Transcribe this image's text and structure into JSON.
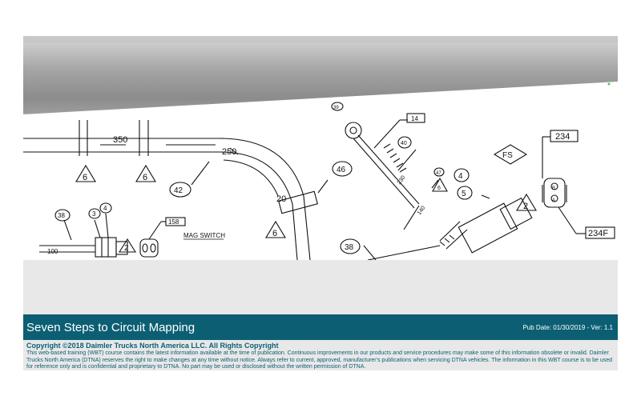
{
  "course": {
    "title": "Seven Steps to Circuit Mapping",
    "pub_date": "Pub Date: 01/30/2019 - Ver: 1.1"
  },
  "copyright": {
    "heading": "Copyright ©2018 Daimler Trucks North America LLC. All Rights Copyright",
    "body": "This web-based training (WBT) course contains the latest information available at the time of publication. Continuous improvements in our products and service procedures may make some of this information obsolete or invalid. Daimler Trucks North America (DTNA) reserves the right to make changes at any time without notice. Always refer to current, approved, manufacturer's publications when servicing DTNA vehicles. The information in this WBT course is to be used for reference only and is confidential and proprietary to DTNA. No part may be used or disclosed without the written permission of DTNA."
  },
  "diagram": {
    "labels": {
      "d350": "350",
      "d250": "250",
      "d20": "20",
      "d100": "100",
      "d140": "140",
      "d230": "230",
      "c6a": "6",
      "c6b": "6",
      "c6c": "6",
      "c6d": "6",
      "c2a": "2",
      "c2b": "2",
      "c42": "42",
      "c46": "46",
      "c38a": "38",
      "c38b": "38",
      "c3": "3",
      "c4a": "4",
      "c4b": "4",
      "c5": "5",
      "c40": "40",
      "c47": "47",
      "c39": "39",
      "b14": "14",
      "b158": "158",
      "b234": "234",
      "b234f": "234F",
      "fs": "FS",
      "mag": "MAG SWITCH",
      "pinA": "A",
      "pinB": "B"
    }
  }
}
